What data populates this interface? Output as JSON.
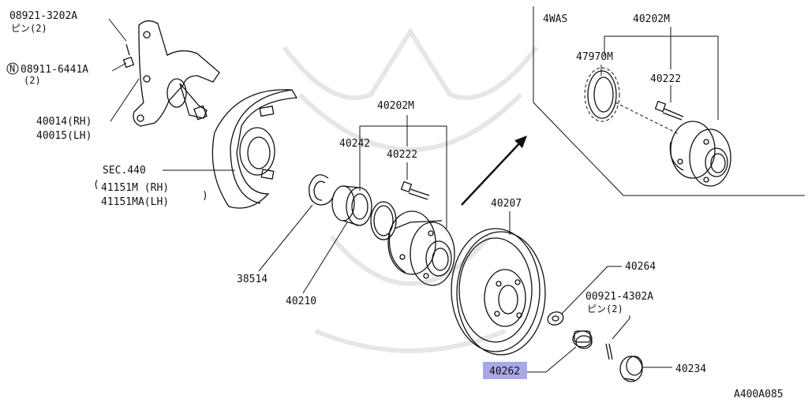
{
  "diagram_code": "A400A085",
  "inset_label": "4WAS",
  "highlight_color": "#a8a8e8",
  "labels": {
    "pin_top": "08921-3202A",
    "pin_top_qty": "ピン(2)",
    "nut_circle": "N",
    "nut": "08911-6441A",
    "nut_qty": "(2)",
    "knuckle_rh": "40014(RH)",
    "knuckle_lh": "40015(LH)",
    "sec": "SEC.440",
    "plate_rh": "41151M (RH)",
    "plate_lh": "41151MA(LH)",
    "snap_ring": "38514",
    "bearing": "40210",
    "hub_assy": "40202M",
    "seal": "40242",
    "bolt": "40222",
    "rotor": "40207",
    "washer": "40264",
    "pin_nut": "00921-4302A",
    "pin_nut_qty": "ピン(2)",
    "hub_nut": "40262",
    "cap": "40234",
    "inset_hub_assy": "40202M",
    "inset_sensor_ring": "47970M",
    "inset_bolt": "40222"
  }
}
